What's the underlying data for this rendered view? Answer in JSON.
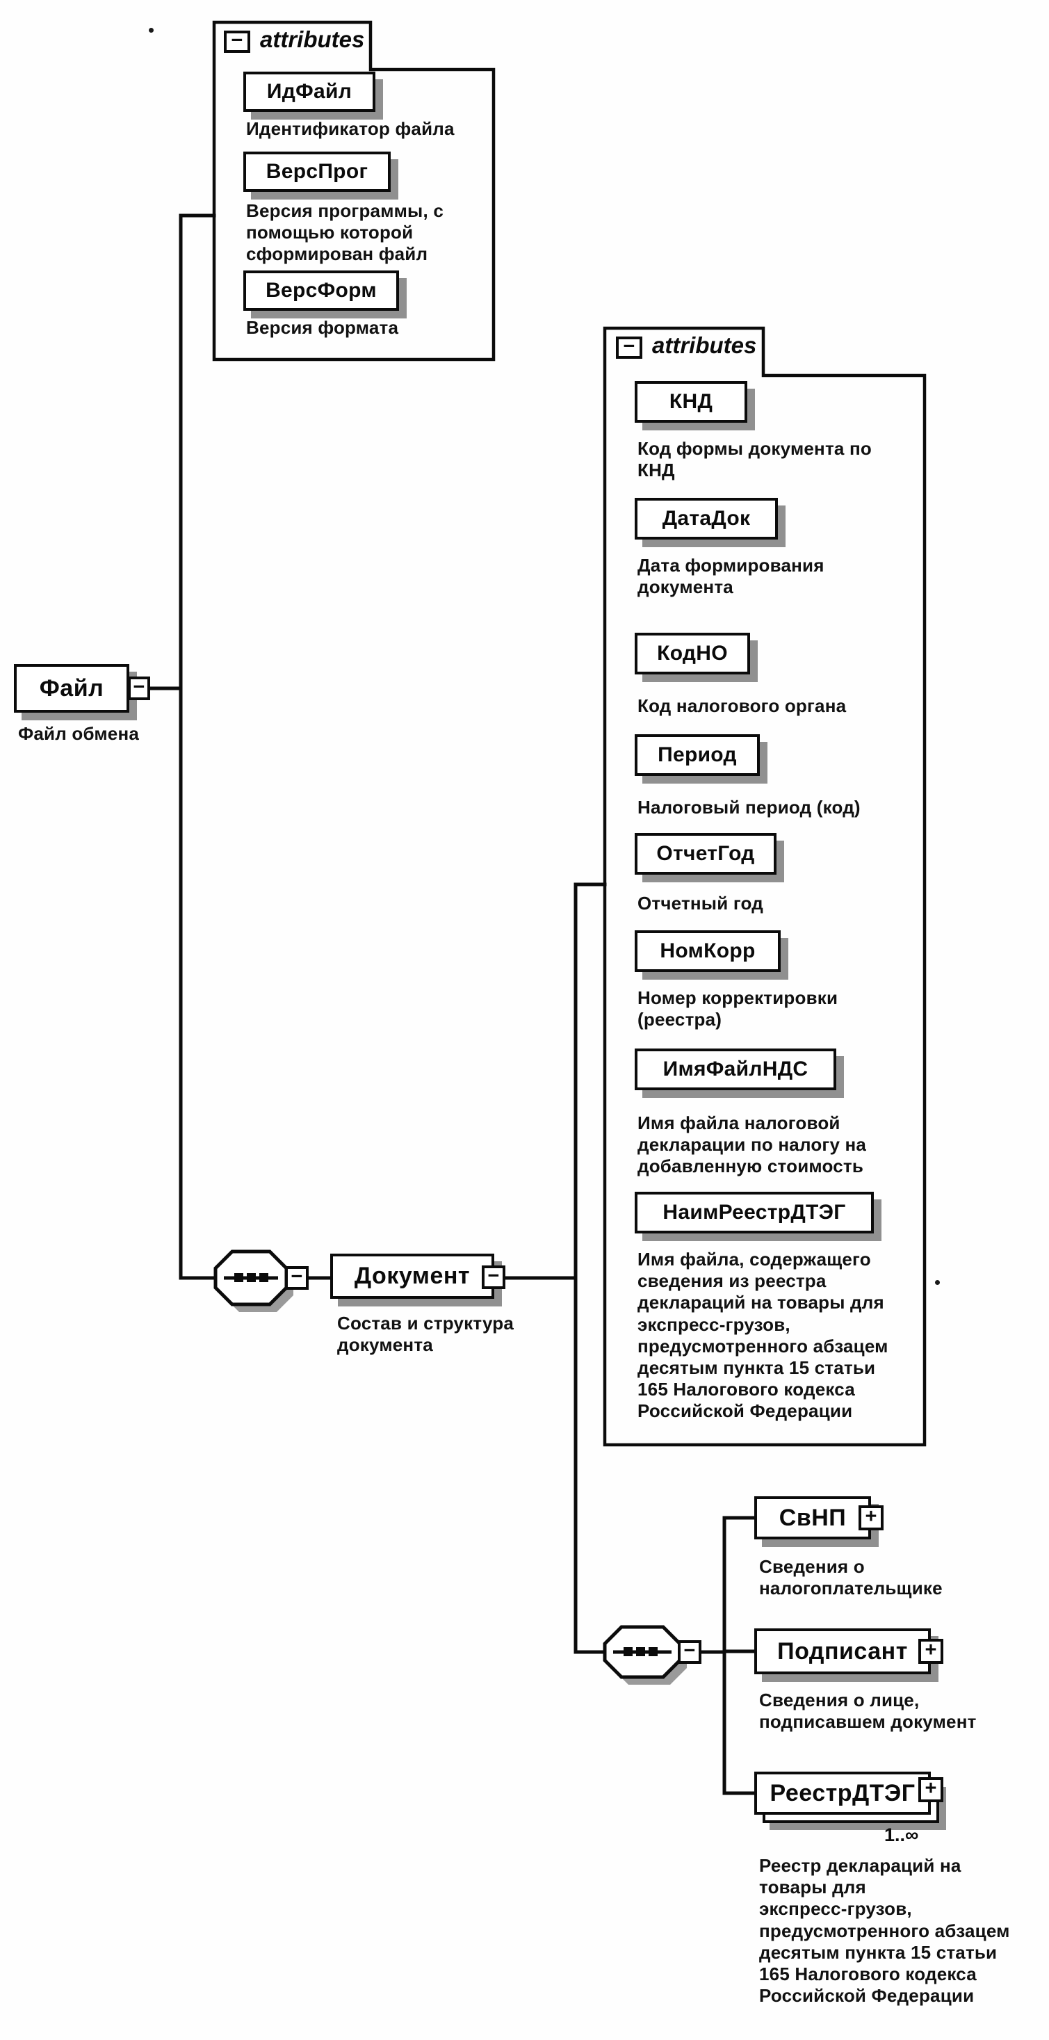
{
  "colors": {
    "ink": "#0b0b0b",
    "paper": "#fefefe",
    "shadow": "rgba(10,10,10,0.45)"
  },
  "icons": {
    "collapse": "−",
    "expand": "+",
    "sequence": "octagon-dash-dots"
  },
  "nodes": {
    "file": {
      "name": "Файл",
      "caption": "Файл обмена"
    },
    "file_attributes": {
      "title": "attributes",
      "items": [
        {
          "name": "ИдФайл",
          "caption": "Идентификатор файла"
        },
        {
          "name": "ВерсПрог",
          "caption": "Версия программы, с\nпомощью которой\nсформирован файл"
        },
        {
          "name": "ВерсФорм",
          "caption": "Версия формата"
        }
      ]
    },
    "document": {
      "name": "Документ",
      "caption": "Состав и структура\nдокумента"
    },
    "document_attributes": {
      "title": "attributes",
      "items": [
        {
          "name": "КНД",
          "caption": "Код формы документа по\nКНД"
        },
        {
          "name": "ДатаДок",
          "caption": "Дата формирования\nдокумента"
        },
        {
          "name": "КодНО",
          "caption": "Код налогового органа"
        },
        {
          "name": "Период",
          "caption": "Налоговый период (код)"
        },
        {
          "name": "ОтчетГод",
          "caption": "Отчетный год"
        },
        {
          "name": "НомКорр",
          "caption": "Номер корректировки\n(реестра)"
        },
        {
          "name": "ИмяФайлНДС",
          "caption": "Имя файла налоговой\nдекларации по налогу на\nдобавленную стоимость"
        },
        {
          "name": "НаимРеестрДТЭГ",
          "caption": "Имя файла, содержащего\nсведения из реестра\nдеклараций на товары для\nэкспресс-грузов,\nпредусмотренного абзацем\nдесятым пункта 15 статьи\n165 Налогового кодекса\nРоссийской Федерации"
        }
      ]
    },
    "children": [
      {
        "name": "СвНП",
        "caption": "Сведения о\nналогоплательщике"
      },
      {
        "name": "Подписант",
        "caption": "Сведения о лице,\nподписавшем документ"
      },
      {
        "name": "РеестрДТЭГ",
        "occurrence": "1..∞",
        "caption": "Реестр деклараций на\nтовары для\nэкспресс-грузов,\nпредусмотренного абзацем\nдесятым пункта 15 статьи\n165 Налогового кодекса\nРоссийской Федерации"
      }
    ]
  }
}
